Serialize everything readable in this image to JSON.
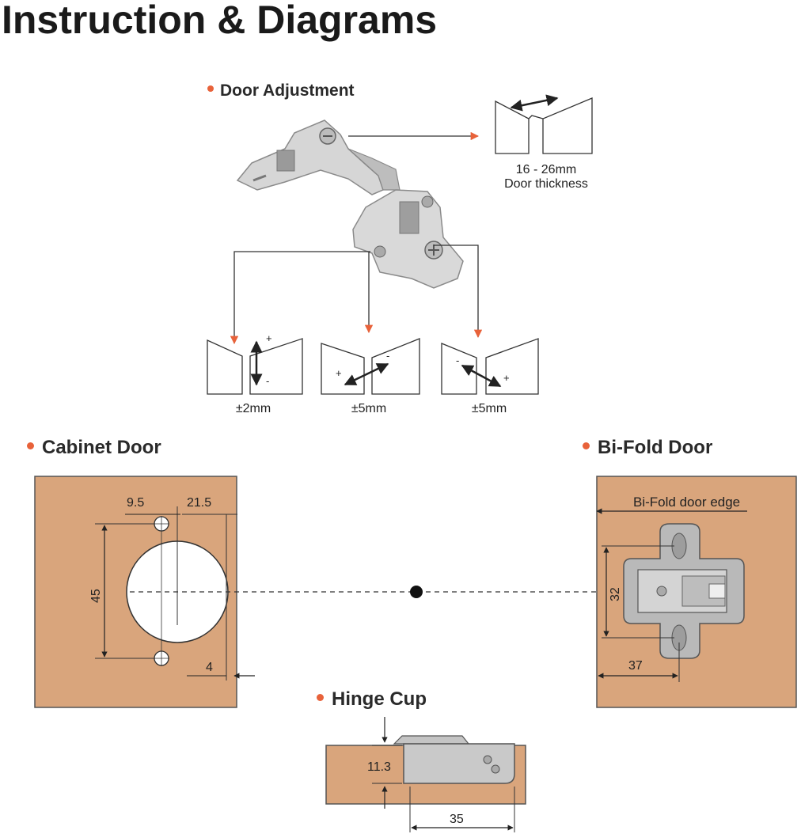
{
  "title": "Instruction & Diagrams",
  "sections": {
    "door_adjustment": {
      "heading": "Door Adjustment",
      "thickness_range": "16 - 26mm",
      "thickness_label": "Door thickness",
      "adjustments": [
        {
          "value": "±2mm",
          "plus": "+",
          "minus": "-"
        },
        {
          "value": "±5mm",
          "plus": "+",
          "minus": "-"
        },
        {
          "value": "±5mm",
          "plus": "+",
          "minus": "-"
        }
      ]
    },
    "cabinet_door": {
      "heading": "Cabinet Door",
      "dim_left": "9.5",
      "dim_right": "21.5",
      "dim_height": "45",
      "dim_edge": "4"
    },
    "bifold_door": {
      "heading": "Bi-Fold Door",
      "edge_label": "Bi-Fold door edge",
      "dim_height": "32",
      "dim_width": "37"
    },
    "hinge_cup": {
      "heading": "Hinge Cup",
      "dim_depth": "11.3",
      "dim_width": "35"
    }
  },
  "colors": {
    "wood": "#d9a57c",
    "accent": "#e8623a",
    "metal": "#c9c9c9",
    "line": "#333333"
  }
}
